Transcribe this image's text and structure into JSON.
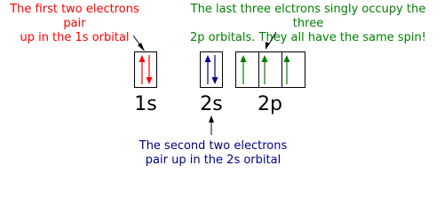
{
  "annotations": {
    "one_s": {
      "text": "The first two electrons pair\nup in the 1s orbital",
      "color": "#ff0000"
    },
    "two_p": {
      "text": "The last three elctrons singly occupy the three\n2p orbitals.  They all have the same spin!",
      "color": "#008000"
    },
    "two_s": {
      "text": "The second two electrons\npair up in the 2s orbital",
      "color": "#000080"
    }
  },
  "orbitals": {
    "one_s": {
      "label": "1s",
      "electrons": [
        "up",
        "down"
      ],
      "color": "#ff0000"
    },
    "two_s": {
      "label": "2s",
      "electrons": [
        "up",
        "down"
      ],
      "color": "#000080"
    },
    "two_p": {
      "label": "2p",
      "boxes": 3,
      "electrons": [
        "up",
        "up",
        "up"
      ],
      "color": "#008000"
    }
  }
}
